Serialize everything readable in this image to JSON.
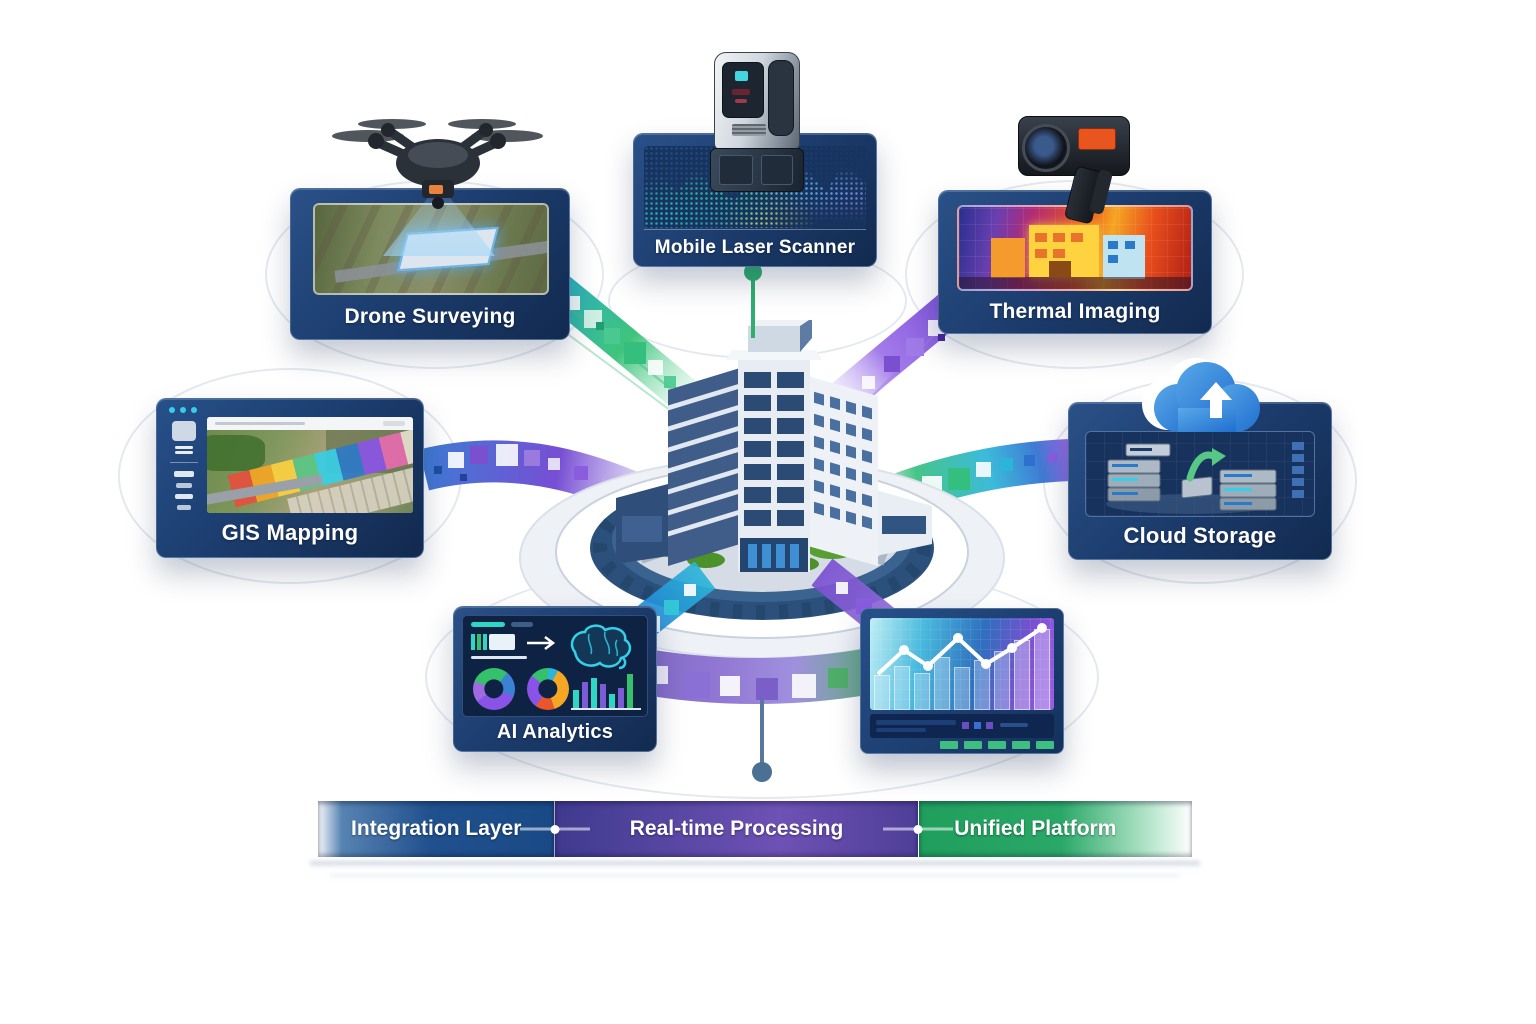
{
  "nodes": {
    "drone": {
      "label": "Drone Surveying"
    },
    "laser": {
      "label": "Mobile Laser Scanner"
    },
    "thermal": {
      "label": "Thermal Imaging"
    },
    "gis": {
      "label": "GIS Mapping"
    },
    "cloud": {
      "label": "Cloud Storage"
    },
    "ai": {
      "label": "AI Analytics"
    }
  },
  "bottom_bar": {
    "segments": [
      {
        "label": "Integration Layer",
        "color": "#1f4e8c"
      },
      {
        "label": "Real-time Processing",
        "color": "#5b47a5"
      },
      {
        "label": "Unified Platform",
        "color": "#27a563"
      }
    ]
  },
  "icons": {
    "drone": "drone-icon",
    "laser": "laser-scanner-icon",
    "thermal": "thermal-camera-icon",
    "gis": "browser-map-window",
    "cloud": "cloud-upload-icon",
    "ai": "brain-icon",
    "monitor": "analytics-monitor",
    "center": "building-hub"
  },
  "colors": {
    "card_navy": "#1d3e70",
    "accent_green": "#2fae6e",
    "accent_teal": "#2bb5d8",
    "accent_blue": "#2f6fd0",
    "accent_purple": "#7a4fd0"
  }
}
